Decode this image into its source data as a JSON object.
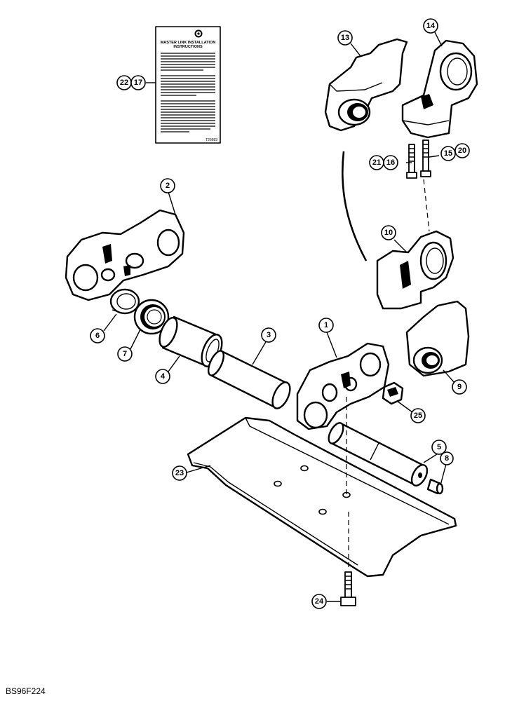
{
  "figure_code": "BS96F224",
  "decal": {
    "title_line1": "MASTER LINK INSTALLATION",
    "title_line2": "INSTRUCTIONS",
    "part_code": "T26683"
  },
  "callouts": {
    "c1": "1",
    "c2": "2",
    "c3": "3",
    "c4": "4",
    "c5": "5",
    "c6": "6",
    "c7": "7",
    "c8": "8",
    "c9": "9",
    "c10": "10",
    "c13": "13",
    "c14": "14",
    "c15": "15",
    "c16": "16",
    "c17": "17",
    "c20": "20",
    "c21": "21",
    "c22": "22",
    "c23": "23",
    "c24": "24",
    "c25": "25"
  }
}
